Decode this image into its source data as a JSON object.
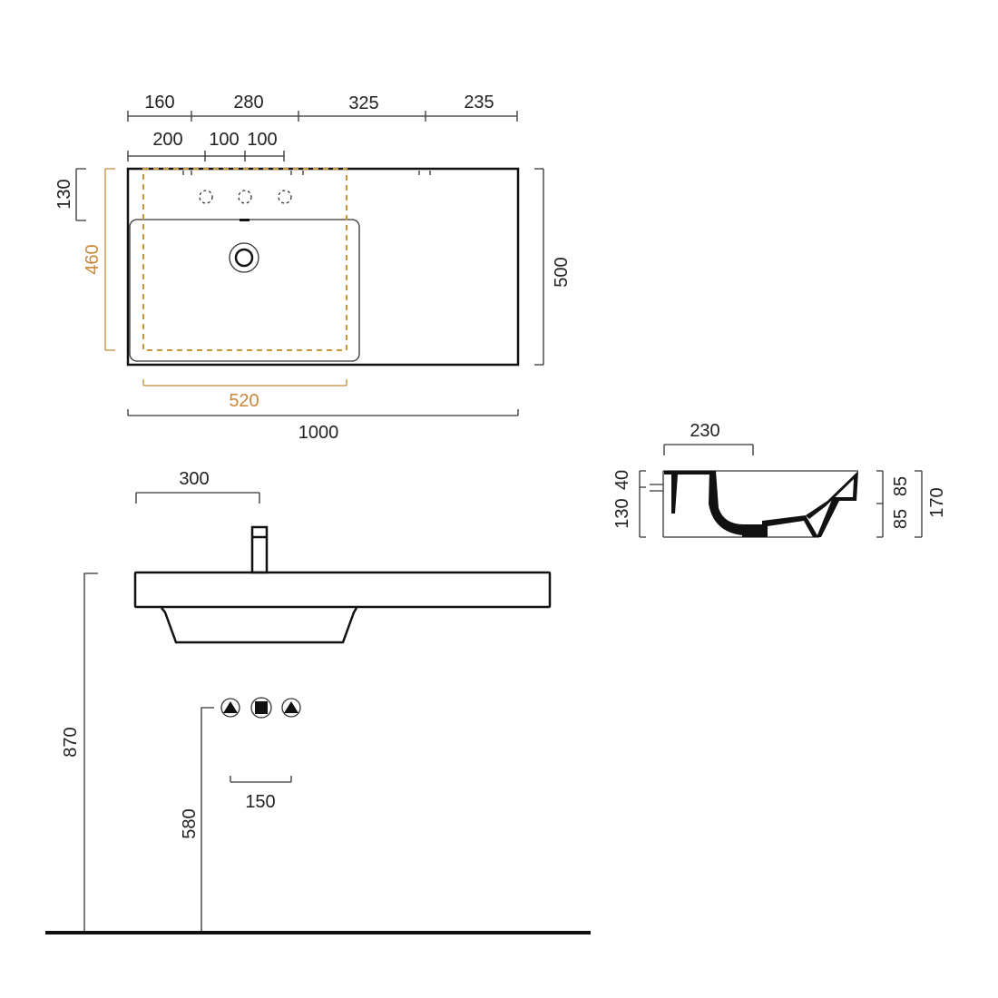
{
  "plan_view": {
    "top_dims": [
      "160",
      "280",
      "325",
      "235"
    ],
    "second_dims": [
      "200",
      "100",
      "100"
    ],
    "left_dim": "130",
    "cabinet_depth": "460",
    "depth": "500",
    "cabinet_width": "520",
    "width": "1000",
    "accent_color": "#c8893a"
  },
  "front_view": {
    "tap_offset": "300",
    "height_total": "870",
    "supply_height": "580",
    "supply_spacing": "150"
  },
  "section_view": {
    "top": "230",
    "left_upper": "40",
    "left_total": "130",
    "right_upper": "85",
    "right_lower": "85",
    "right_total": "170"
  }
}
